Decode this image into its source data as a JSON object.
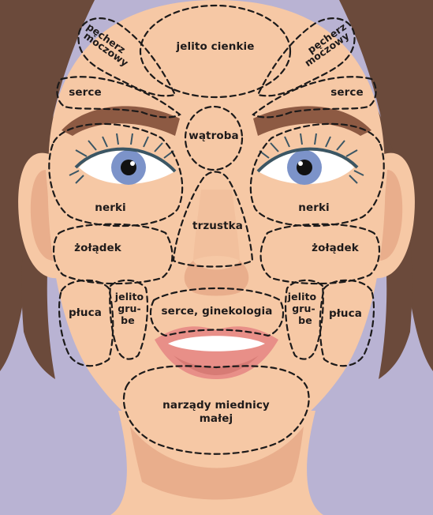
{
  "colors": {
    "background": "#b9b3d3",
    "skin": "#f6c8a5",
    "skin_shadow": "#e9ae8c",
    "hair": "#6b4a3b",
    "brow": "#8d5a43",
    "lips": "#e88f88",
    "iris": "#7c93c9",
    "zone_outline": "#1c1a1a"
  },
  "labels": {
    "jelito_cienkie": "jelito cienkie",
    "pecherz_left": [
      "pęcherz",
      "moczowy"
    ],
    "pecherz_right": [
      "pęcherz",
      "moczowy"
    ],
    "serce_left": "serce",
    "serce_right": "serce",
    "watroba": "wątroba",
    "nerki_left": "nerki",
    "nerki_right": "nerki",
    "trzustka": "trzustka",
    "zoladek_left": "żołądek",
    "zoladek_right": "żołądek",
    "pluca_left": "płuca",
    "pluca_right": "płuca",
    "jelito_grube_left": [
      "jelito",
      "gru-",
      "be"
    ],
    "jelito_grube_right": [
      "jelito",
      "gru-",
      "be"
    ],
    "serce_ginekologia": "serce, ginekologia",
    "narzady": [
      "narządy miednicy",
      "małej"
    ]
  }
}
